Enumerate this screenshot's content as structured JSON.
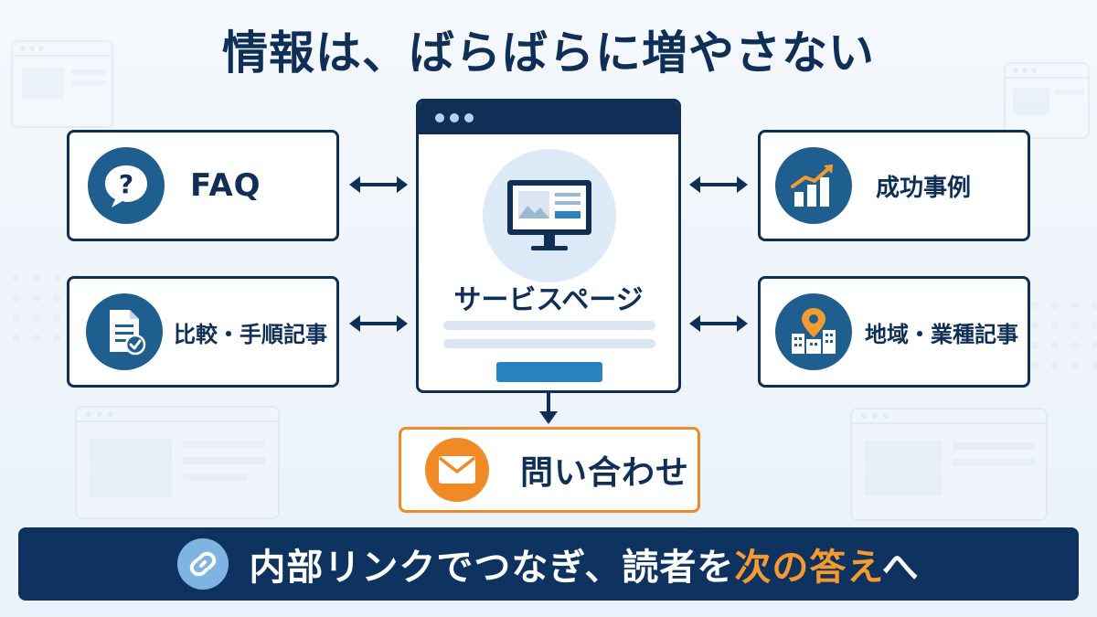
{
  "title": "情報は、ばらばらに増やさない",
  "nodes": {
    "faq": {
      "label": "FAQ",
      "icon": "question-bubble-icon"
    },
    "compare": {
      "label": "比較・手順記事",
      "icon": "document-check-icon"
    },
    "cases": {
      "label": "成功事例",
      "icon": "growth-chart-icon"
    },
    "local": {
      "label": "地域・業種記事",
      "icon": "location-buildings-icon"
    }
  },
  "center": {
    "label": "サービスページ",
    "icon": "monitor-icon"
  },
  "contact": {
    "label": "問い合わせ",
    "icon": "mail-icon"
  },
  "banner": {
    "icon": "link-icon",
    "text_before": "内部リンクでつなぎ、読者を",
    "text_accent": "次の答え",
    "text_after": "へ"
  },
  "colors": {
    "navy": "#0f2f57",
    "accent_blue": "#1f5f8f",
    "orange": "#f08a24",
    "banner_bg": "#0f3360"
  }
}
